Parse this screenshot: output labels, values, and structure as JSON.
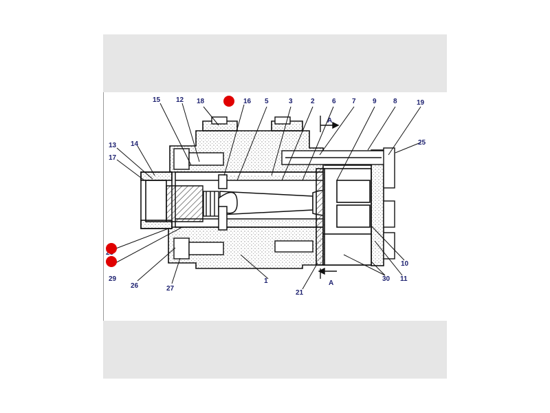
{
  "callouts": [
    {
      "id": "15",
      "text": "15"
    },
    {
      "id": "12",
      "text": "12"
    },
    {
      "id": "18",
      "text": "18"
    },
    {
      "id": "16",
      "text": "16"
    },
    {
      "id": "5",
      "text": "5"
    },
    {
      "id": "3",
      "text": "3"
    },
    {
      "id": "2",
      "text": "2"
    },
    {
      "id": "6",
      "text": "6"
    },
    {
      "id": "7",
      "text": "7"
    },
    {
      "id": "9",
      "text": "9"
    },
    {
      "id": "8",
      "text": "8"
    },
    {
      "id": "19",
      "text": "19"
    },
    {
      "id": "25",
      "text": "25"
    },
    {
      "id": "13",
      "text": "13"
    },
    {
      "id": "14",
      "text": "14"
    },
    {
      "id": "17",
      "text": "17"
    },
    {
      "id": "28",
      "text": "28"
    },
    {
      "id": "29",
      "text": "29"
    },
    {
      "id": "26",
      "text": "26"
    },
    {
      "id": "27",
      "text": "27"
    },
    {
      "id": "1",
      "text": "1"
    },
    {
      "id": "21",
      "text": "21"
    },
    {
      "id": "30",
      "text": "30"
    },
    {
      "id": "11",
      "text": "11"
    },
    {
      "id": "10",
      "text": "10"
    }
  ],
  "section_labels": {
    "section_a_top": "A",
    "section_a_bottom": "A"
  },
  "colors": {
    "ink": "#1b1f6e",
    "line": "#111111",
    "hatch": "#555555",
    "marker": "#e00000",
    "frame": "#e6e6e6"
  }
}
